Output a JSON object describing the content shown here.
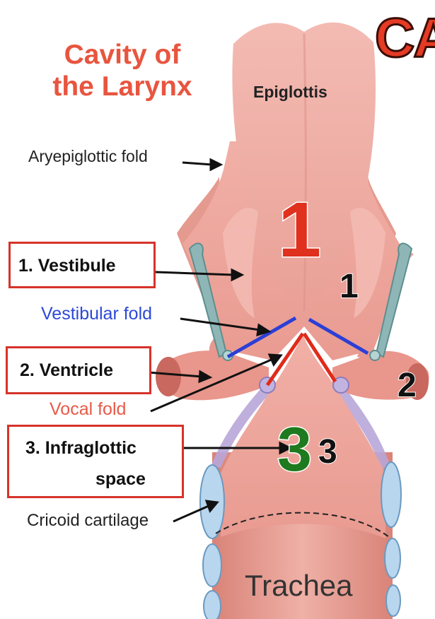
{
  "title": "Cavity of the Larynx",
  "header_text": "CA",
  "labels": {
    "epiglottis": "Epiglottis",
    "aryepiglottic_fold": "Aryepiglottic fold",
    "vestibular_fold": "Vestibular fold",
    "vocal_fold": "Vocal fold",
    "cricoid_cartilage": "Cricoid cartilage",
    "trachea": "Trachea"
  },
  "boxes": {
    "vestibule": "1. Vestibule",
    "ventricle": "2. Ventricle",
    "infraglottic_line1": "3. Infraglottic",
    "infraglottic_line2": "space"
  },
  "region_numbers": {
    "big_1": "1",
    "small_1": "1",
    "small_2": "2",
    "big_3": "3",
    "small_3": "3"
  },
  "colors": {
    "title_red": "#e8553f",
    "box_border": "#d6332a",
    "vestibular_fold_blue": "#2b3fd6",
    "vocal_fold_red": "#e02a1a",
    "big_1_red": "#e0301e",
    "big_3_green": "#1e7a1e",
    "tissue_pink": "#eda39a"
  }
}
